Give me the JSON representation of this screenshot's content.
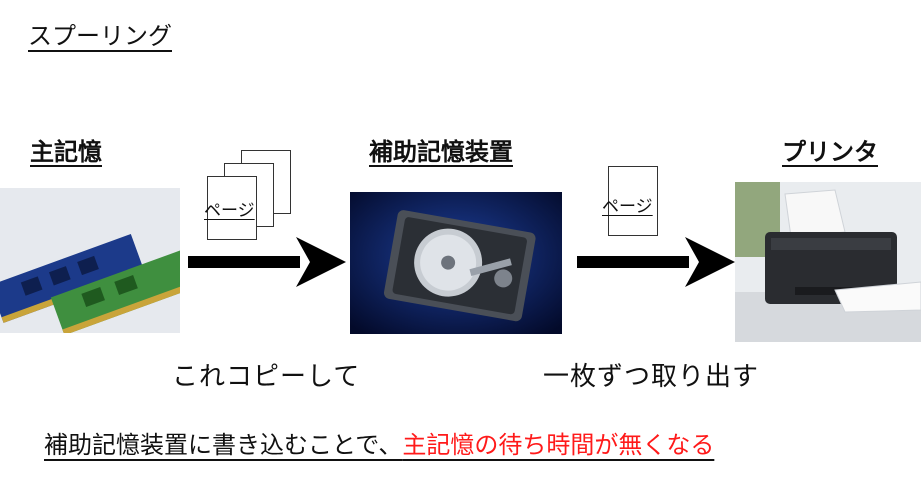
{
  "title": "スプーリング",
  "nodes": {
    "memory": "主記憶",
    "storage": "補助記憶装置",
    "printer": "プリンタ"
  },
  "pages": {
    "stack_label": "ページ",
    "single_label": "ページ"
  },
  "captions": {
    "copy": "これコピーして",
    "output": "一枚ずつ取り出す"
  },
  "footer": {
    "normal": "補助記憶装置に書き込むことで、",
    "highlight": "主記憶の待ち時間が無くなる",
    "highlight_color": "#ff1a1a"
  },
  "icons": {
    "memory_image": "ram-modules-photo",
    "storage_image": "hard-disk-drive-photo",
    "printer_image": "printer-photo",
    "arrow": "right-arrow-icon"
  }
}
